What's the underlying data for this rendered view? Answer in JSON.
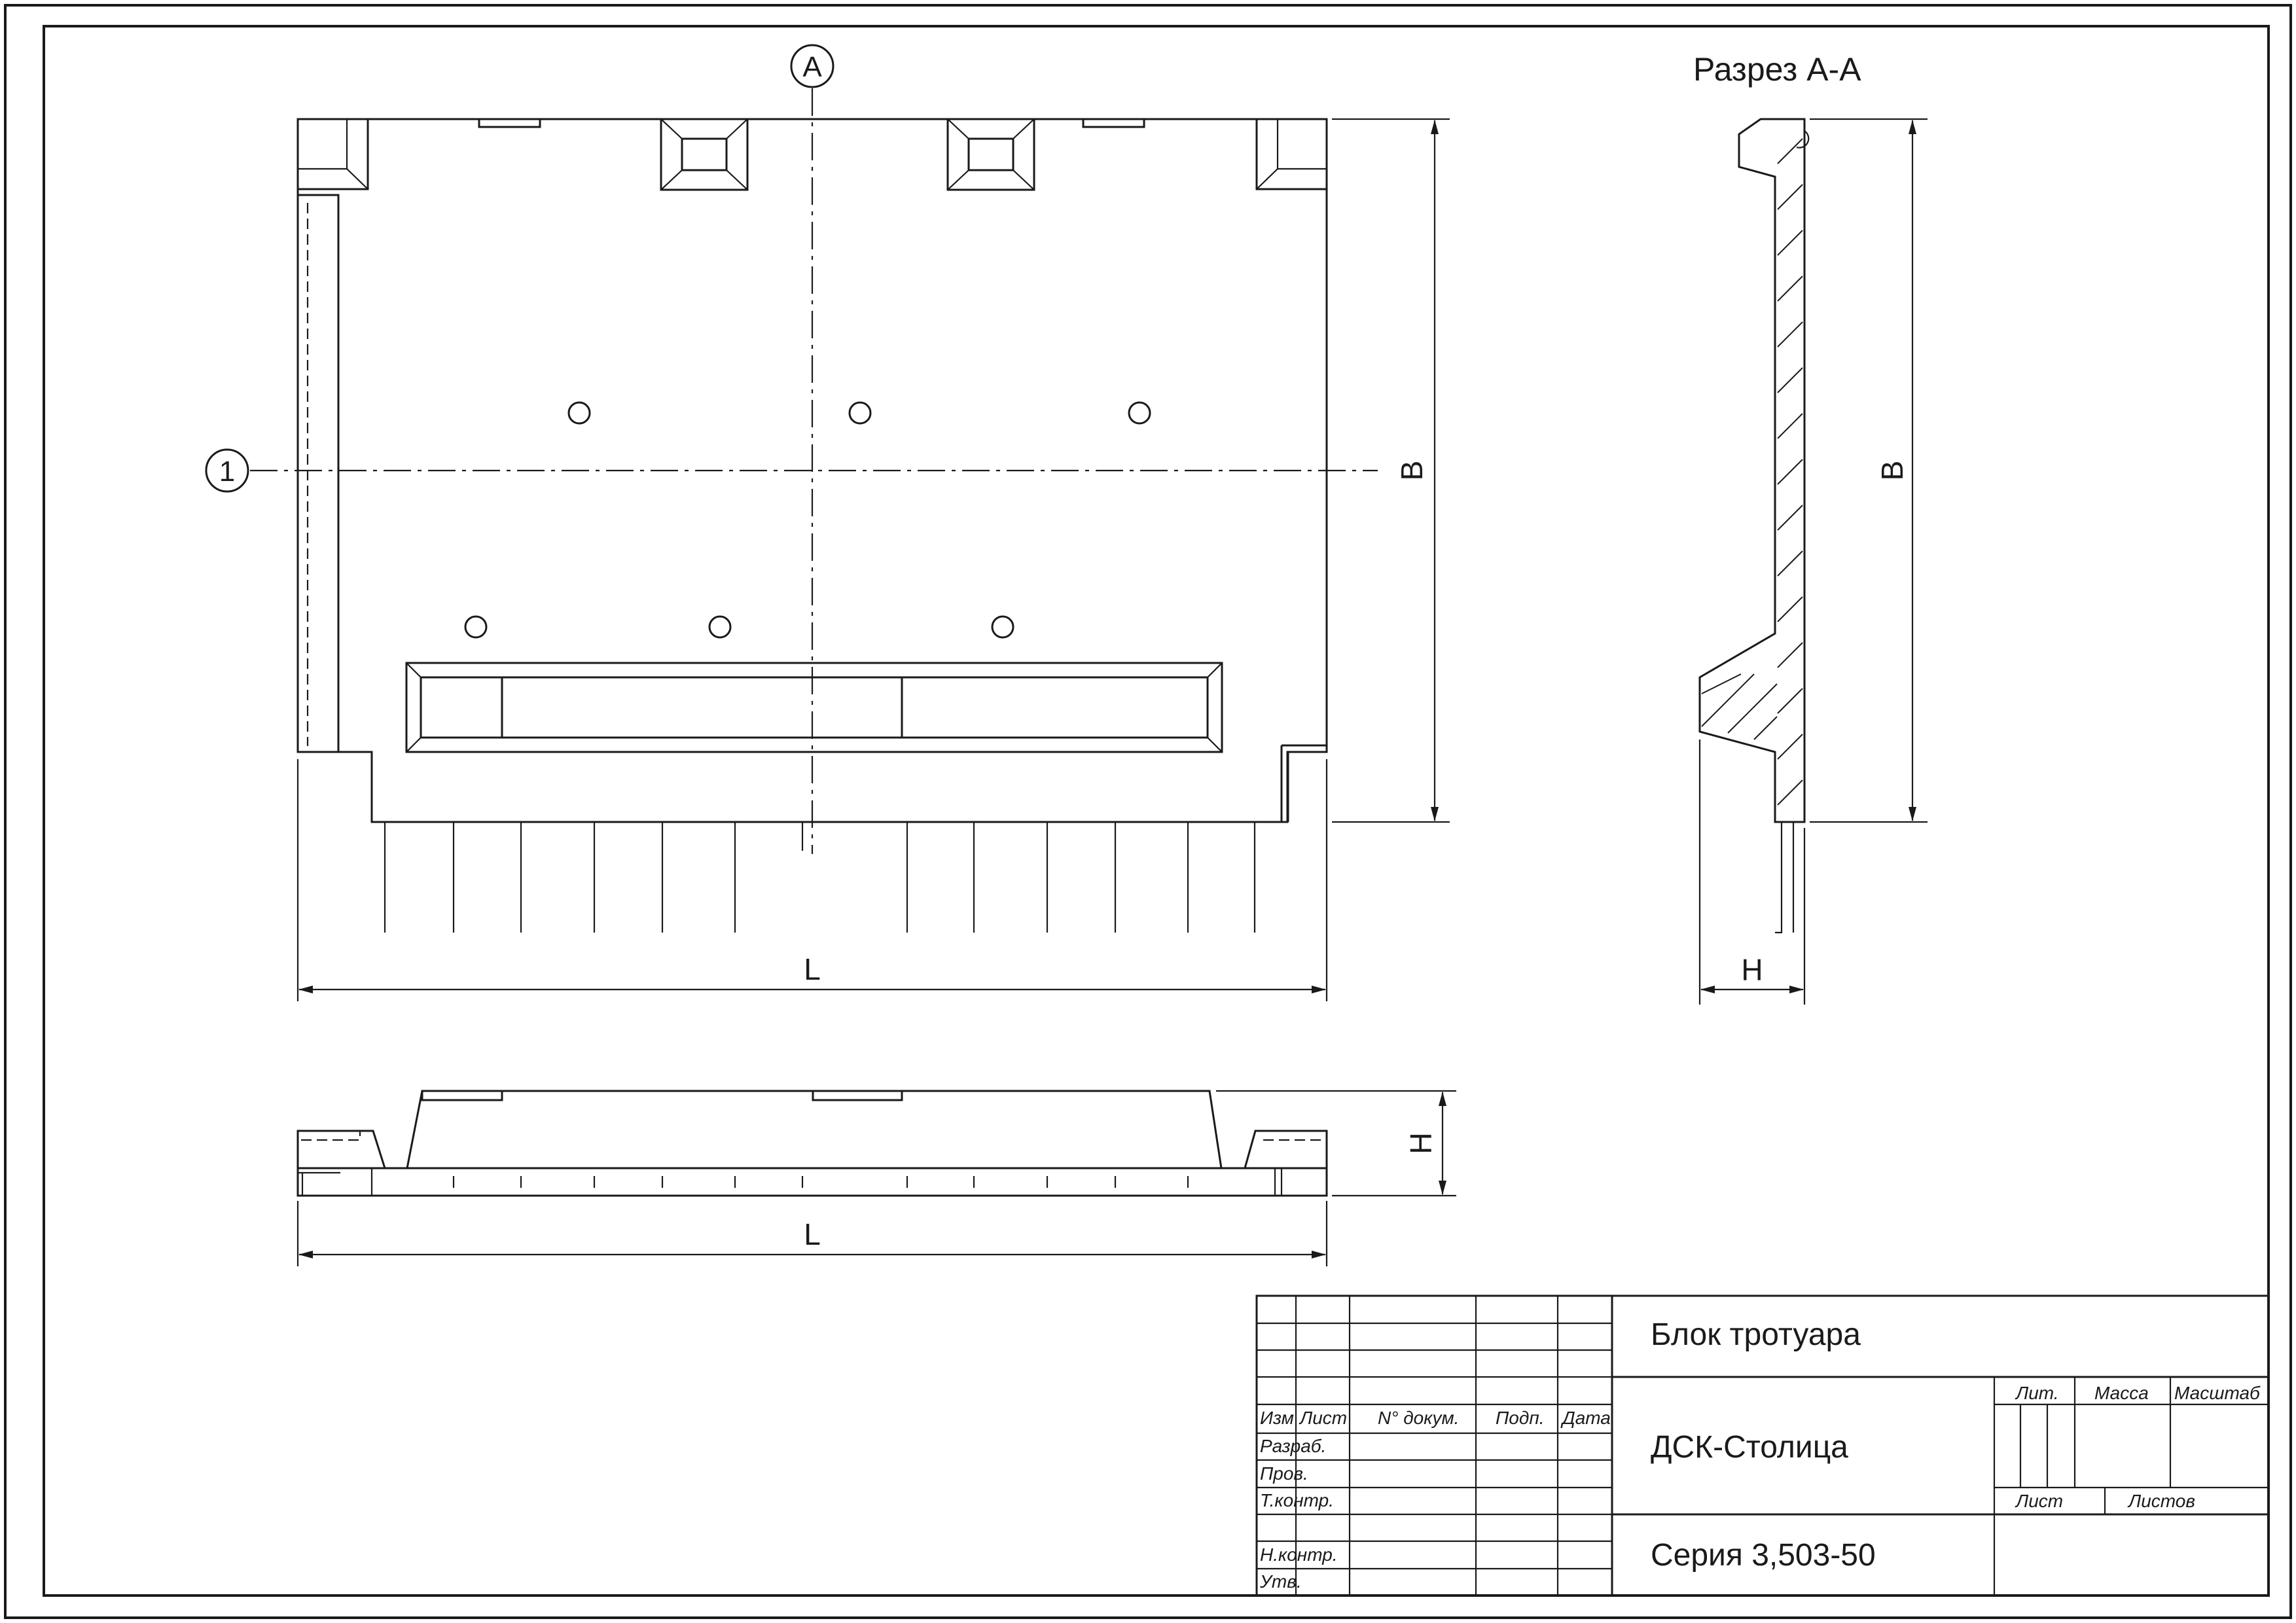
{
  "labels": {
    "axis_a": "А",
    "axis_1": "1",
    "section_title": "Разрез А-А",
    "dim_b": "В",
    "dim_l": "L",
    "dim_h": "Н"
  },
  "title_block": {
    "name": "Блок тротуара",
    "organization": "ДСК-Столица",
    "series": "Серия 3,503-50",
    "columns": [
      "Изм",
      "Лист",
      "N° докум.",
      "Подп.",
      "Дата"
    ],
    "rows": [
      "Разраб.",
      "Пров.",
      "Т.контр.",
      "Н.контр.",
      "Утв."
    ],
    "lit_label": "Лит.",
    "mass_label": "Масса",
    "scale_label": "Масштаб",
    "sheet_label": "Лист",
    "sheets_label": "Листов"
  }
}
